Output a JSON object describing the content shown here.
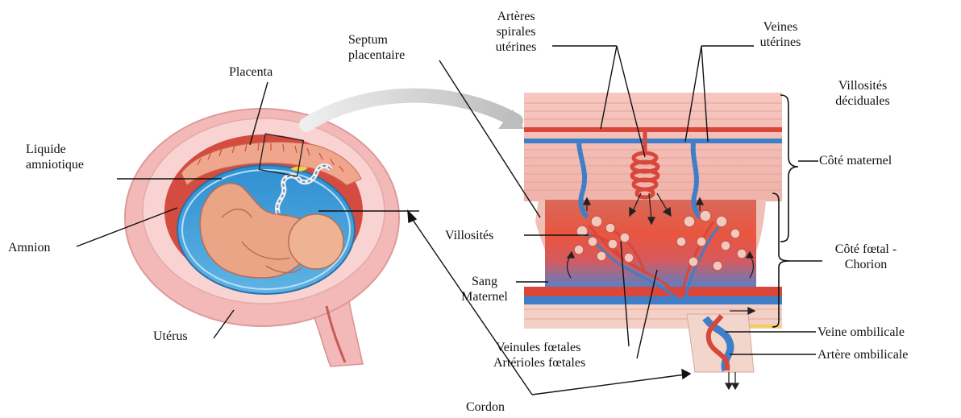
{
  "labels": {
    "placenta": "Placenta",
    "liquide_amniotique": [
      "Liquide",
      "amniotique"
    ],
    "amnion": "Amnion",
    "uterus": "Utérus",
    "cordon": "Cordon",
    "septum_placentaire": [
      "Septum",
      "placentaire"
    ],
    "arteres_spirales": [
      "Artères",
      "spirales",
      "utérines"
    ],
    "veines_uterines": [
      "Veines",
      "utérines"
    ],
    "villosites_deciduales": [
      "Villosités",
      "déciduales"
    ],
    "cote_maternel": "Côté maternel",
    "cote_foetal": [
      "Côté fœtal -",
      "Chorion"
    ],
    "villosites": "Villosités",
    "sang_maternel": [
      "Sang",
      "Maternel"
    ],
    "veinules_foetales": "Veinules fœtales",
    "arterioles_foetales": "Artérioles fœtales",
    "veine_ombilicale": "Veine ombilicale",
    "artere_ombilicale": "Artère ombilicale"
  },
  "colors": {
    "uterus_outer": "#f3b9b9",
    "uterus_wall": "#f7cccb",
    "amniotic_fluid": "#3a9ad6",
    "fetus": "#e7a585",
    "maternal_blood": "#e8553f",
    "fetal_vein": "#3f7ec8",
    "leader_line": "#111111"
  }
}
